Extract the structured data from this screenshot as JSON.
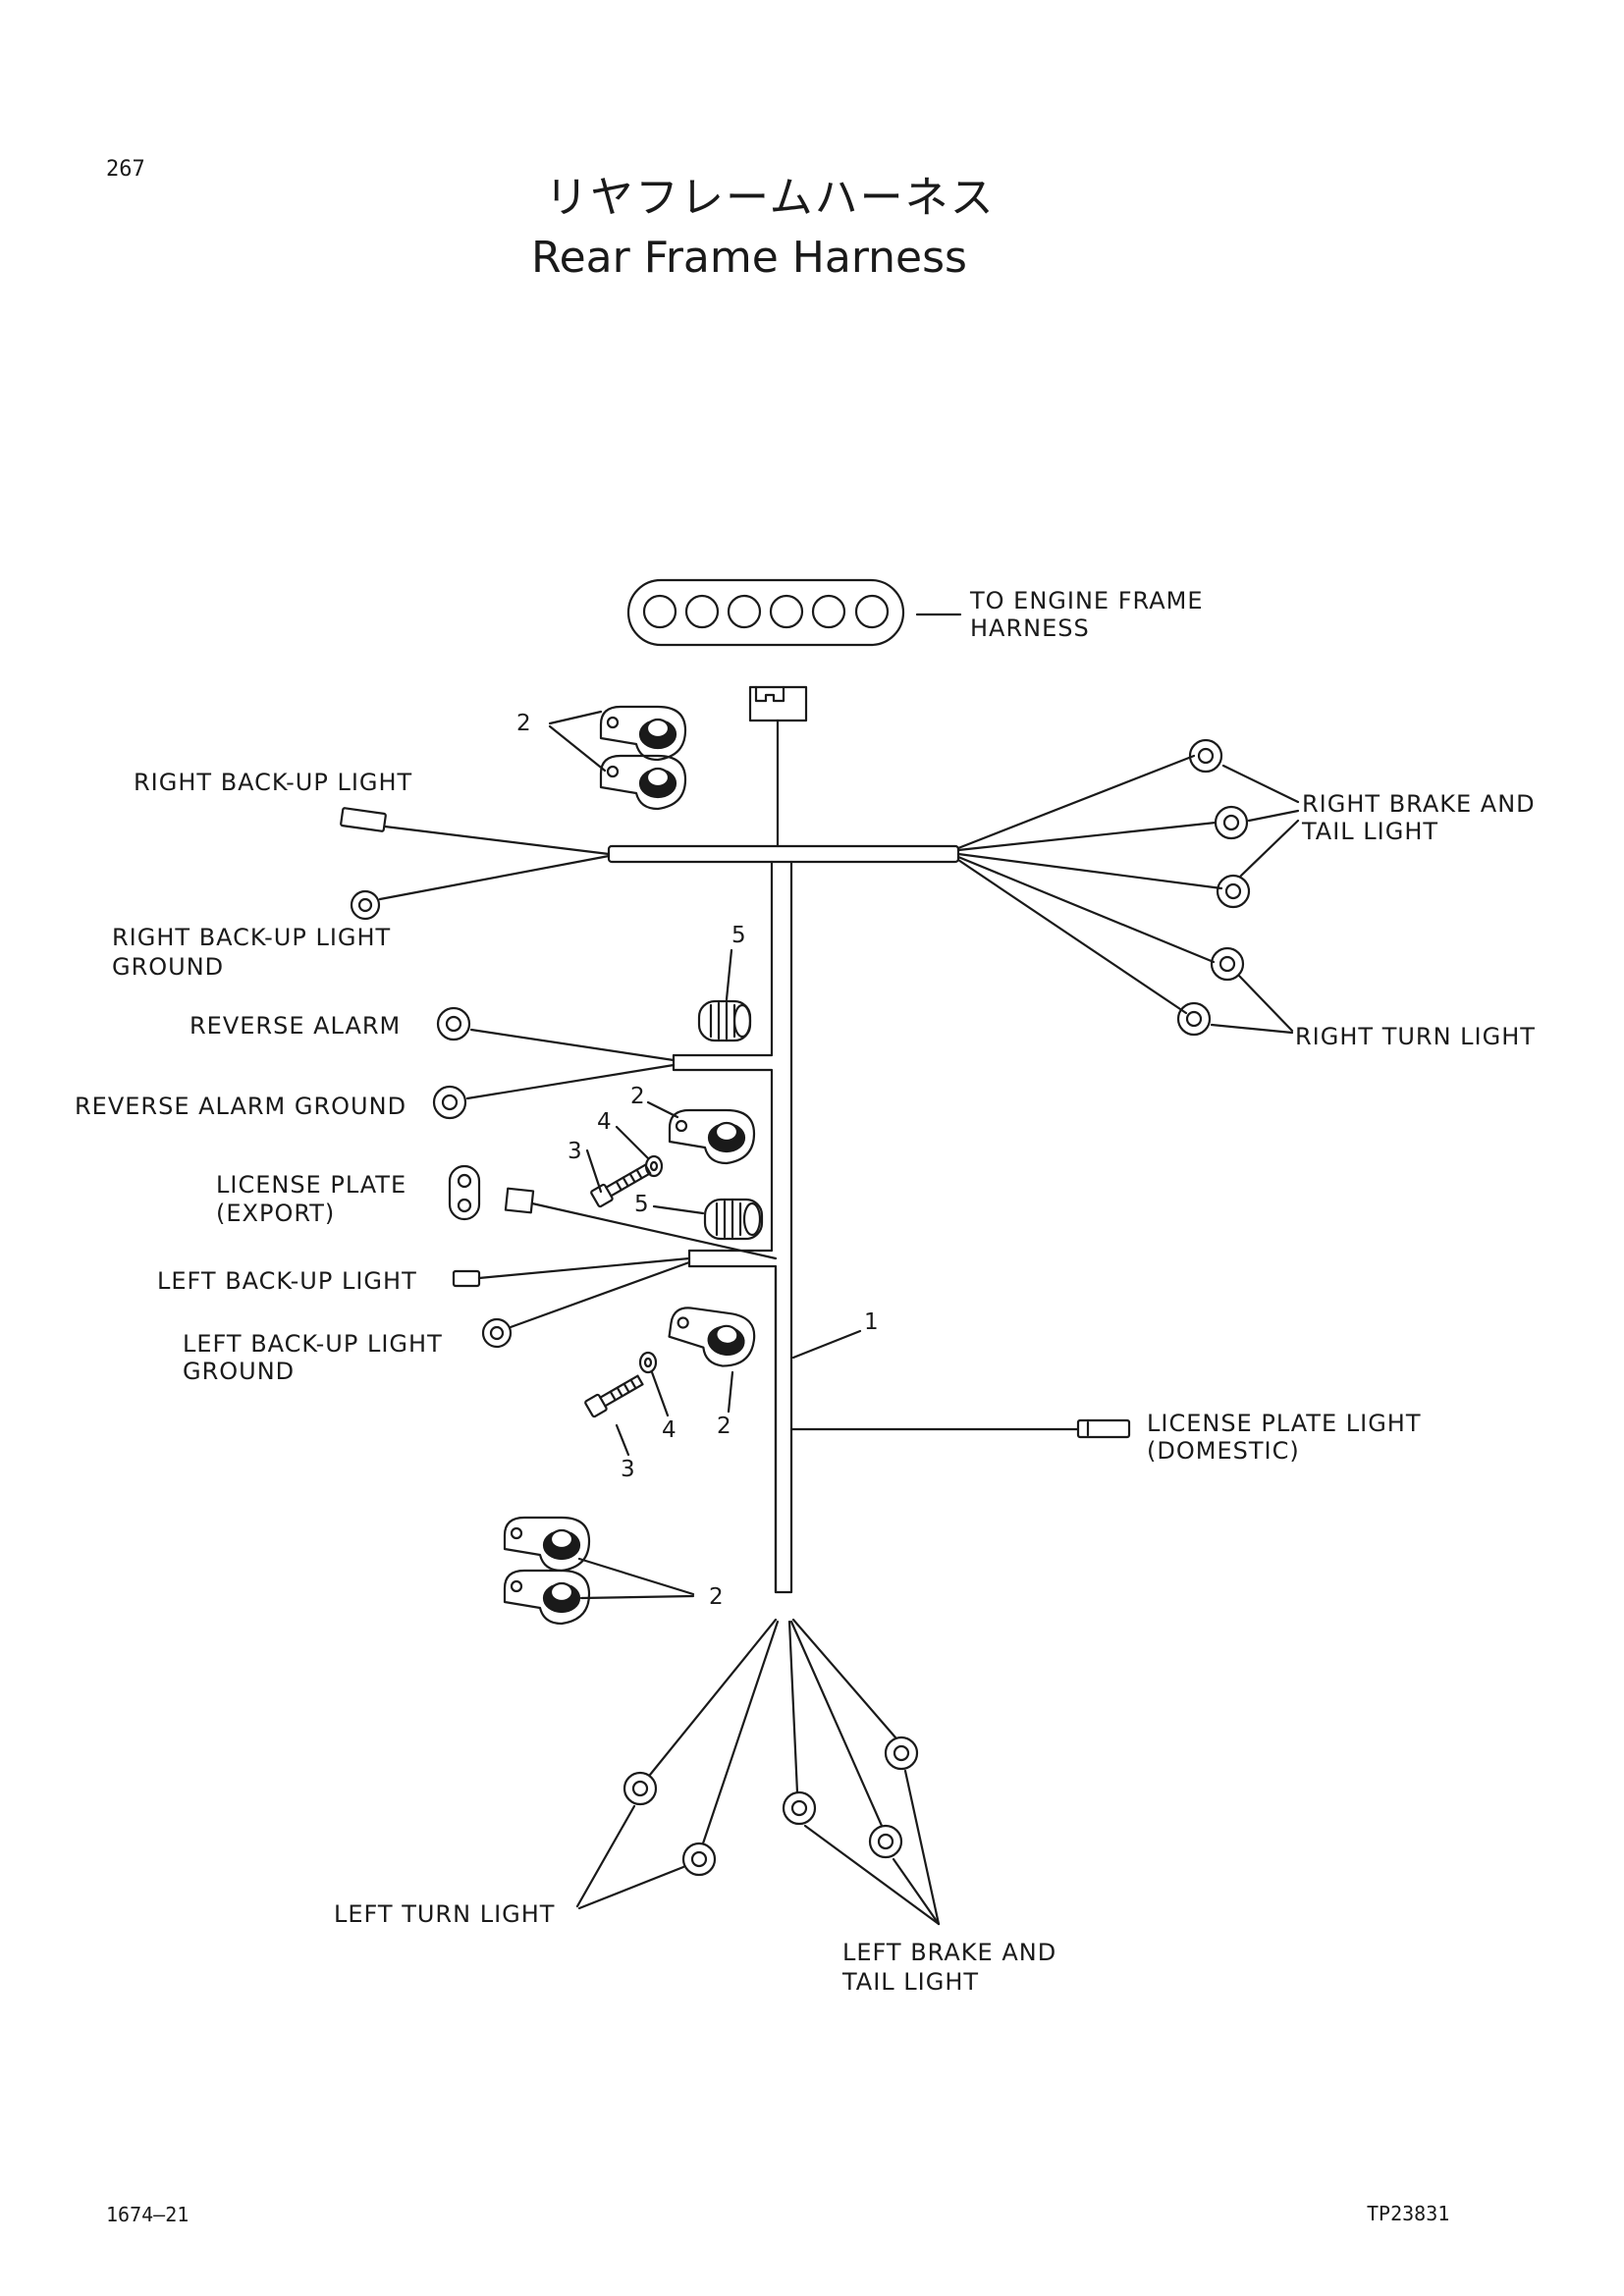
{
  "page_number": "267",
  "title": {
    "japanese": "リヤフレームハーネス",
    "english": "Rear Frame Harness"
  },
  "labels": {
    "to_engine_frame_line1": "TO ENGINE FRAME",
    "to_engine_frame_line2": "HARNESS",
    "right_backup_light": "RIGHT BACK-UP LIGHT",
    "right_backup_ground_line1": "RIGHT BACK-UP LIGHT",
    "right_backup_ground_line2": "GROUND",
    "right_brake_line1": "RIGHT BRAKE AND",
    "right_brake_line2": "TAIL LIGHT",
    "right_turn_light": "RIGHT TURN LIGHT",
    "reverse_alarm": "REVERSE ALARM",
    "reverse_alarm_ground": "REVERSE ALARM GROUND",
    "license_plate_export_line1": "LICENSE PLATE",
    "license_plate_export_line2": "(EXPORT)",
    "left_backup_light": "LEFT BACK-UP LIGHT",
    "left_backup_ground_line1": "LEFT BACK-UP LIGHT",
    "left_backup_ground_line2": "GROUND",
    "license_plate_light_line1": "LICENSE PLATE LIGHT",
    "license_plate_light_line2": "(DOMESTIC)",
    "left_turn_light": "LEFT TURN LIGHT",
    "left_brake_line1": "LEFT BRAKE AND",
    "left_brake_line2": "TAIL LIGHT"
  },
  "callouts": {
    "harness": "1",
    "clamp": "2",
    "bolt": "3",
    "washer": "4",
    "grommet": "5"
  },
  "footer": {
    "left_code": "1674–21",
    "right_code": "TP23831"
  }
}
